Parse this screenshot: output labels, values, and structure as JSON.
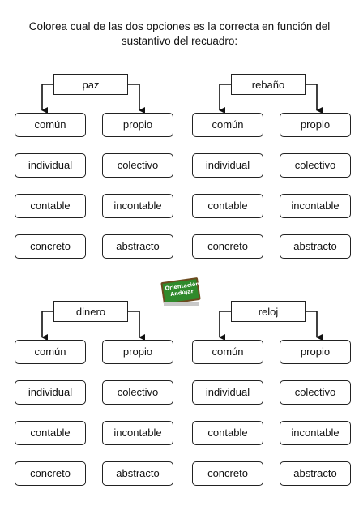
{
  "instruction": {
    "line1": "Colorea cual de las dos opciones es la correcta en función del",
    "line2": "sustantivo del recuadro:"
  },
  "logo": {
    "line1": "Orientación",
    "line2": "Andújar",
    "colors": {
      "board": "#2f8a2b",
      "frame": "#6b4a1e"
    }
  },
  "blocks": [
    {
      "noun": "paz",
      "rows": [
        [
          "común",
          "propio"
        ],
        [
          "individual",
          "colectivo"
        ],
        [
          "contable",
          "incontable"
        ],
        [
          "concreto",
          "abstracto"
        ]
      ]
    },
    {
      "noun": "rebaño",
      "rows": [
        [
          "común",
          "propio"
        ],
        [
          "individual",
          "colectivo"
        ],
        [
          "contable",
          "incontable"
        ],
        [
          "concreto",
          "abstracto"
        ]
      ]
    },
    {
      "noun": "dinero",
      "rows": [
        [
          "común",
          "propio"
        ],
        [
          "individual",
          "colectivo"
        ],
        [
          "contable",
          "incontable"
        ],
        [
          "concreto",
          "abstracto"
        ]
      ]
    },
    {
      "noun": "reloj",
      "rows": [
        [
          "común",
          "propio"
        ],
        [
          "individual",
          "colectivo"
        ],
        [
          "contable",
          "incontable"
        ],
        [
          "concreto",
          "abstracto"
        ]
      ]
    }
  ]
}
